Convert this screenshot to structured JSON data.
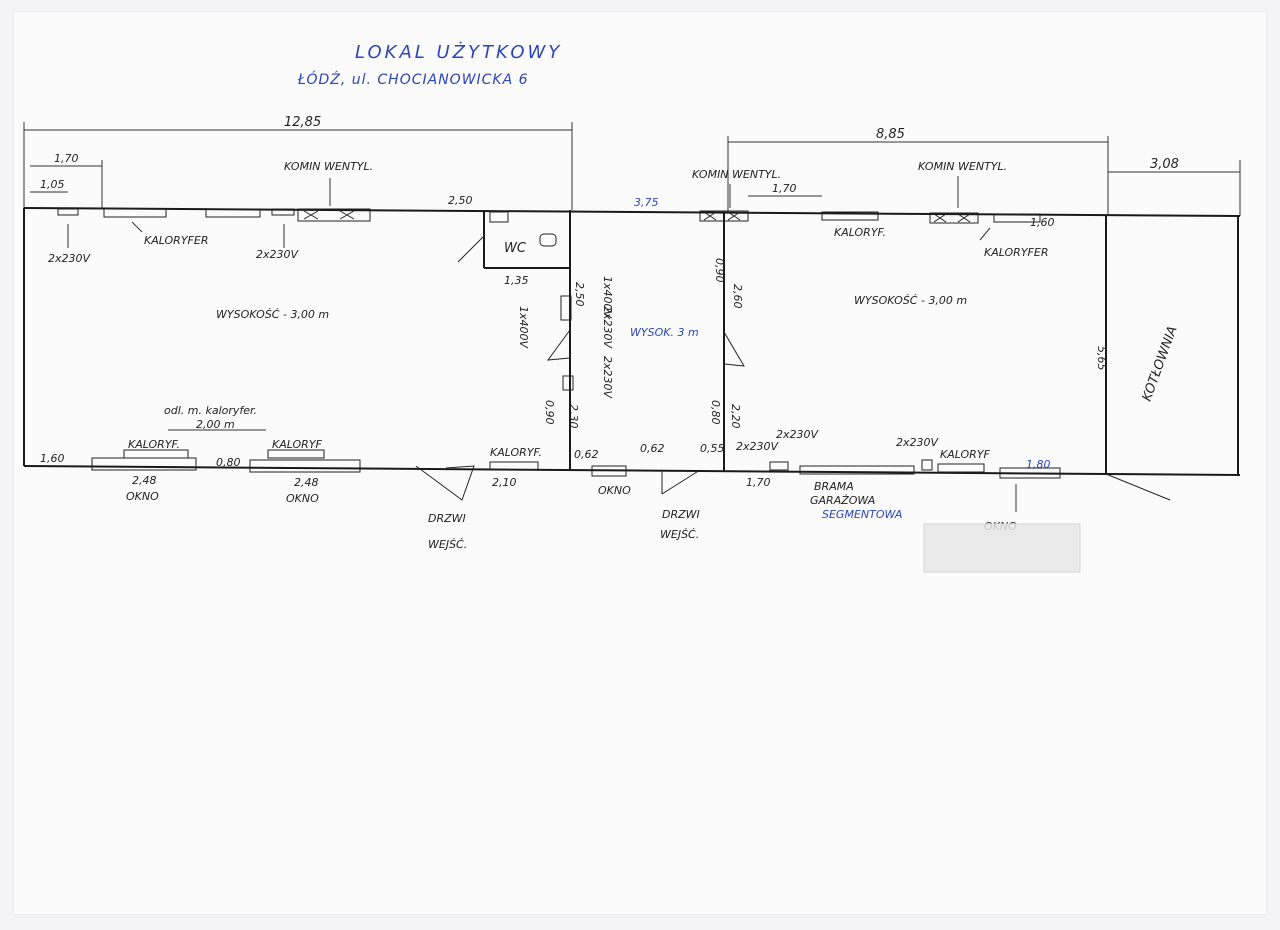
{
  "title": "LOKAL UŻYTKOWY",
  "address": "ŁÓDŹ, ul. CHOCIANOWICKA 6",
  "colors": {
    "pencil": "#222222",
    "pen_blue": "#2b46b8",
    "paper": "#fbfbfc"
  },
  "dimensions": {
    "total_left": "12,85",
    "total_right": "8,85",
    "right_segment": "3,08",
    "d170_left": "1,70",
    "d105": "1,05",
    "d250": "2,50",
    "d375": "3,75",
    "d170_right": "1,70",
    "d135": "1,35",
    "d150": "2,50",
    "d260": "2,60",
    "d160": "1,60",
    "d080": "0,80",
    "d248a": "2,48",
    "d248b": "2,48",
    "d210": "2,10",
    "d062a": "0,62",
    "d062b": "0,62",
    "d055": "0,55",
    "d170_bottom": "1,70",
    "d180": "1,80",
    "d200": "2,00 m",
    "d230": "2,30",
    "d220": "2,20",
    "d565": "5,65",
    "d090a": "0,90",
    "d090b": "0,90",
    "d080b": "0,80",
    "d160b": "1,60"
  },
  "labels": {
    "komin_left": "KOMIN WENTYL.",
    "komin_mid": "KOMIN WENTYL.",
    "komin_right": "KOMIN WENTYL.",
    "socket_a": "2x230V",
    "socket_b": "2x230V",
    "socket_c": "2x230V",
    "socket_d": "2x230V",
    "socket_e": "1x400V",
    "socket_f": "2x230V",
    "socket_g": "1x400V",
    "socket_h": "2x230V",
    "socket_i": "2x230V",
    "kaloryfer_1": "KALORYFER",
    "kaloryfer_2": "KALORYF.",
    "kaloryfer_3": "KALORYFER",
    "kaloryfer_4": "KALORYF.",
    "kaloryfer_5": "KALORYF",
    "kaloryfer_6": "KALORYF.",
    "kaloryfer_7": "KALORYF",
    "kaloryfer_note": "odl. m. kaloryfer.",
    "wc": "WC",
    "height_left": "WYSOKOŚĆ - 3,00 m",
    "height_right": "WYSOKOŚĆ - 3,00 m",
    "height_mid": "WYSOK. 3 m",
    "kotlownia": "KOTŁOWNIA",
    "okno_1": "OKNO",
    "okno_2": "OKNO",
    "okno_3": "OKNO",
    "okno_4": "OKNO",
    "drzwi_1_l1": "DRZWI",
    "drzwi_1_l2": "WEJŚĆ.",
    "drzwi_2_l1": "DRZWI",
    "drzwi_2_l2": "WEJŚĆ.",
    "brama_l1": "BRAMA",
    "brama_l2": "GARAŻOWA",
    "brama_l3": "SEGMENTOWA"
  }
}
